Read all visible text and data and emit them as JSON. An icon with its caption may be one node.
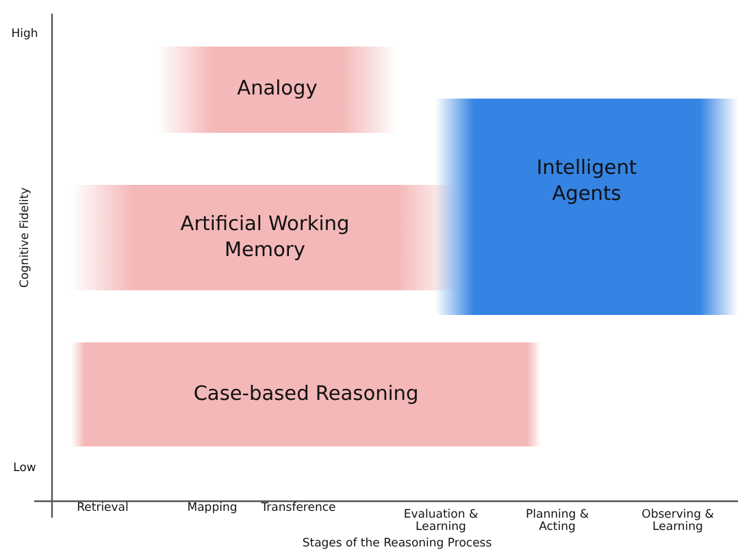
{
  "diagram": {
    "nodes": [
      {
        "text": [
          "Analogy"
        ]
      },
      {
        "text": [
          "Artificial Working Memory"
        ]
      },
      {
        "text": [
          "Intelligent Agents"
        ]
      },
      {
        "text": [
          "Case-based Reasoning"
        ]
      }
    ],
    "labels": [
      "High",
      "Cognitive Fidelity",
      "Low",
      "Retrieval",
      "Mapping",
      "Transference",
      "Evaluation & Learning",
      "Planning & Acting",
      "Observing & Learning",
      "Stages of the Reasoning Process"
    ]
  }
}
